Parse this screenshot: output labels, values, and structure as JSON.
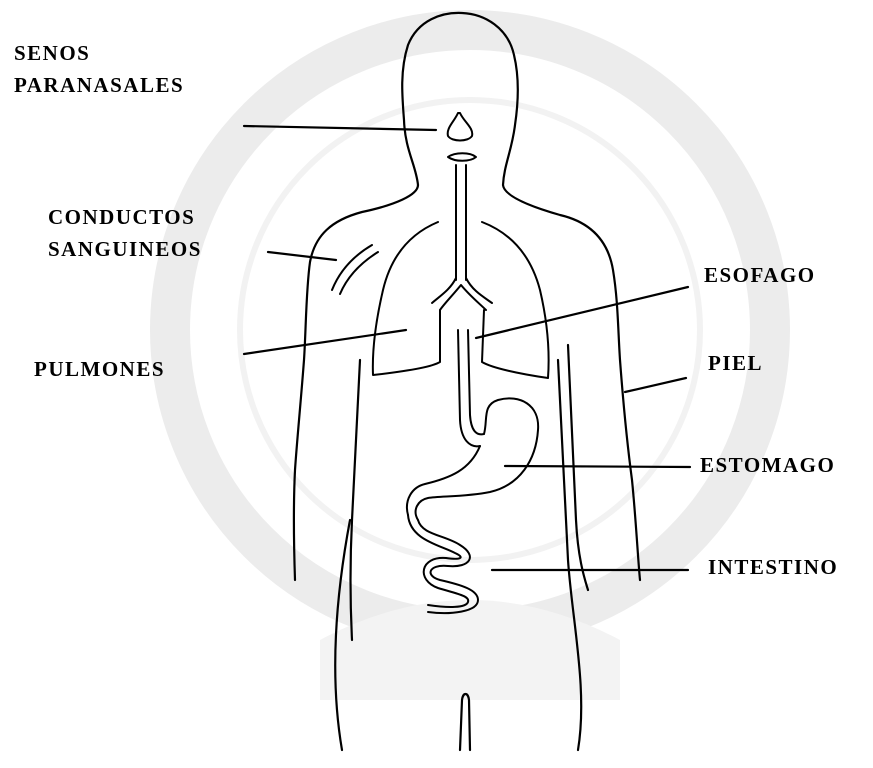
{
  "labels": {
    "senos_line1": "SENOS",
    "senos_line2": "PARANASALES",
    "conductos_line1": "CONDUCTOS",
    "conductos_line2": "SANGUINEOS",
    "pulmones": "PULMONES",
    "esofago": "ESOFAGO",
    "piel": "PIEL",
    "estomago": "ESTOMAGO",
    "intestino": "INTESTINO"
  },
  "colors": {
    "ink": "#000000",
    "background": "#ffffff",
    "watermark": "#e9e9e9"
  }
}
